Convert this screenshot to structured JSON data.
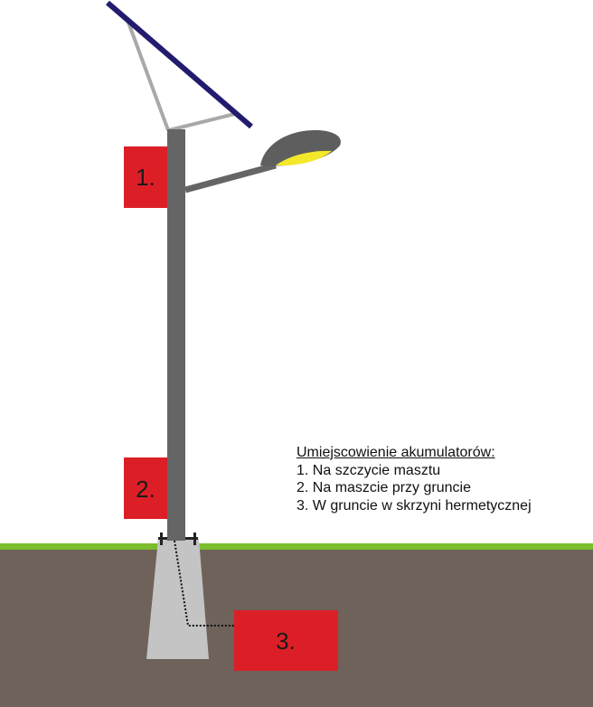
{
  "colors": {
    "ground": "#6e625a",
    "grass": "#7bbd2e",
    "pole": "#656565",
    "foundation": "#c4c4c4",
    "battery_box": "#dc1f26",
    "solar_panel": "#221c6e",
    "bracket": "#a9a9a9",
    "lamp_head": "#5e5e5e",
    "lamp_light": "#f4e82a"
  },
  "batteries": [
    {
      "label": "1."
    },
    {
      "label": "2."
    },
    {
      "label": "3."
    }
  ],
  "legend": {
    "title": "Umiejscowienie akumulatorów:",
    "items": [
      "1. Na szczycie masztu",
      "2. Na maszcie przy gruncie",
      "3. W gruncie w skrzyni hermetycznej"
    ]
  }
}
